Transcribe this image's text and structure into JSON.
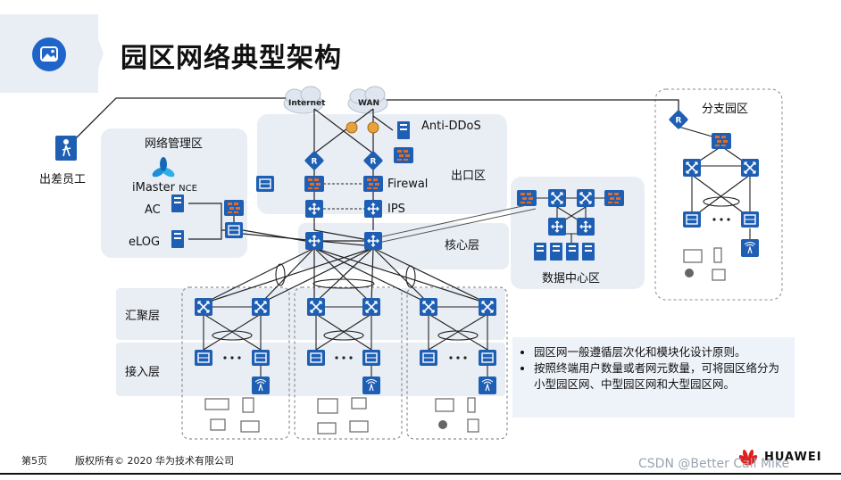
{
  "title": "园区网络典型架构",
  "clouds": {
    "internet": "Internet",
    "wan": "WAN"
  },
  "labels": {
    "remote_worker": "出差员工",
    "mgmt_zone": "网络管理区",
    "imaster": "iMaster",
    "imaster_sub": "NCE",
    "ac": "AC",
    "elog": "eLOG",
    "anti_ddos": "Anti-DDoS",
    "egress_zone": "出口区",
    "firewall": "Firewal",
    "ips": "IPS",
    "core_layer": "核心层",
    "datacenter_zone": "数据中心区",
    "branch_zone": "分支园区",
    "aggregation_layer": "汇聚层",
    "access_layer": "接入层"
  },
  "notes": [
    "园区网一般遵循层次化和模块化设计原则。",
    "按照终端用户数量或者网元数量，可将园区络分为小型园区网、中型园区网和大型园区网。"
  ],
  "footer": {
    "page": "第5页",
    "copyright": "版权所有© 2020 华为技术有限公司"
  },
  "watermark": "CSDN @Better Call Mike",
  "logo": "HUAWEI",
  "colors": {
    "accent": "#1f64c8",
    "zone": "#e9eef5",
    "router": "#1e5fb4",
    "firewall": "#e06b2a"
  }
}
